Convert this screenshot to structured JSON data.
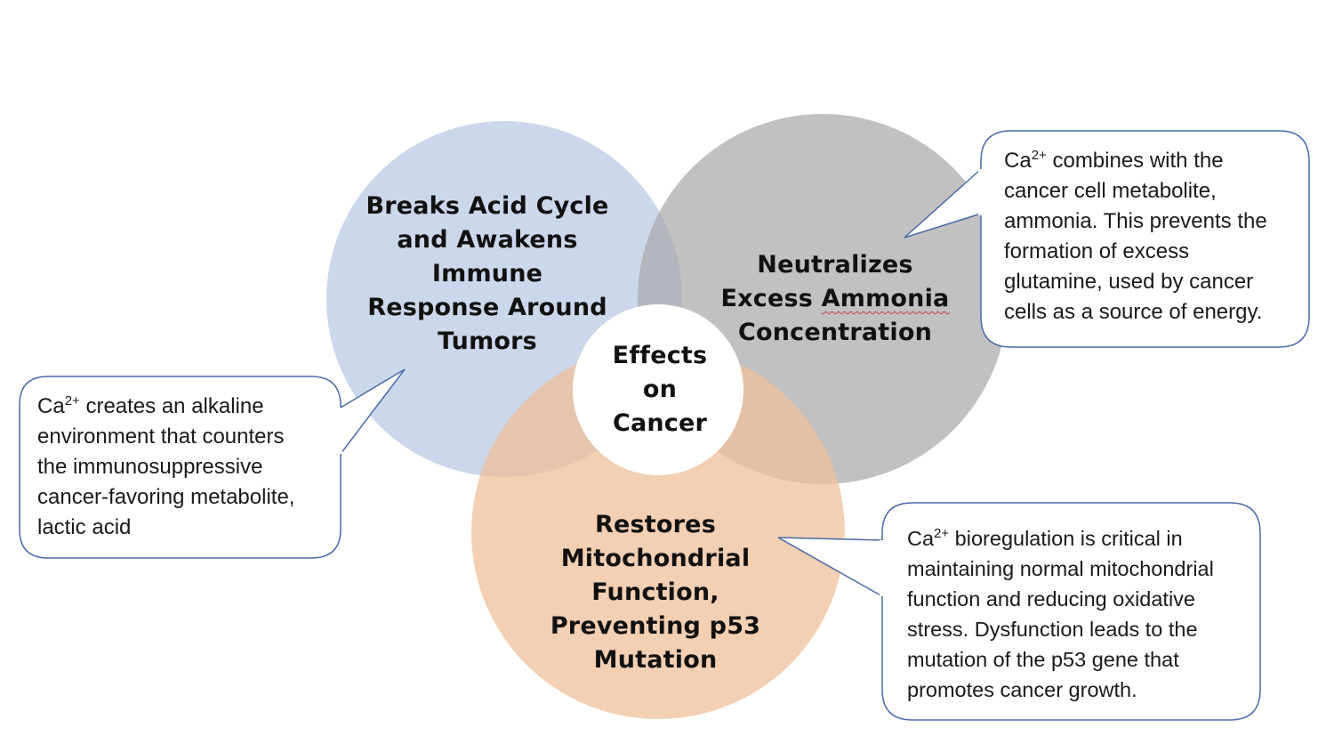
{
  "diagram": {
    "center_label": [
      "Effects",
      "on",
      "Cancer"
    ],
    "circles": [
      {
        "id": "acid",
        "label": [
          "Breaks Acid Cycle",
          "and Awakens",
          "Immune",
          "Response Around",
          "Tumors"
        ],
        "color": "#b9c9e4"
      },
      {
        "id": "ammonia",
        "label": [
          "Neutralizes",
          "Excess Ammonia",
          "Concentration"
        ],
        "color": "#a9a9a9"
      },
      {
        "id": "mito",
        "label": [
          "Restores",
          "Mitochondrial",
          "Function,",
          "Preventing p53",
          "Mutation"
        ],
        "color": "#efbf9a"
      }
    ],
    "callouts": [
      {
        "id": "acid",
        "ion_base": "Ca",
        "ion_charge": "2+",
        "lines": [
          " creates an alkaline",
          "environment that counters",
          "the immunosuppressive",
          "cancer-favoring metabolite,",
          "lactic acid"
        ]
      },
      {
        "id": "ammonia",
        "ion_base": "Ca",
        "ion_charge": "2+",
        "lines": [
          " combines with the",
          "cancer cell metabolite,",
          "ammonia. This prevents the",
          "formation of excess",
          "glutamine, used by cancer",
          "cells as a source of energy."
        ]
      },
      {
        "id": "mito",
        "ion_base": "Ca",
        "ion_charge": "2+",
        "lines": [
          " bioregulation is critical in",
          "maintaining normal mitochondrial",
          "function and reducing oxidative",
          "stress. Dysfunction leads to the",
          "mutation of the p53 gene that",
          "promotes cancer growth."
        ]
      }
    ],
    "colors": {
      "callout_border": "#4a6aa8",
      "center_fill": "#ffffff",
      "text": "#111111"
    }
  }
}
